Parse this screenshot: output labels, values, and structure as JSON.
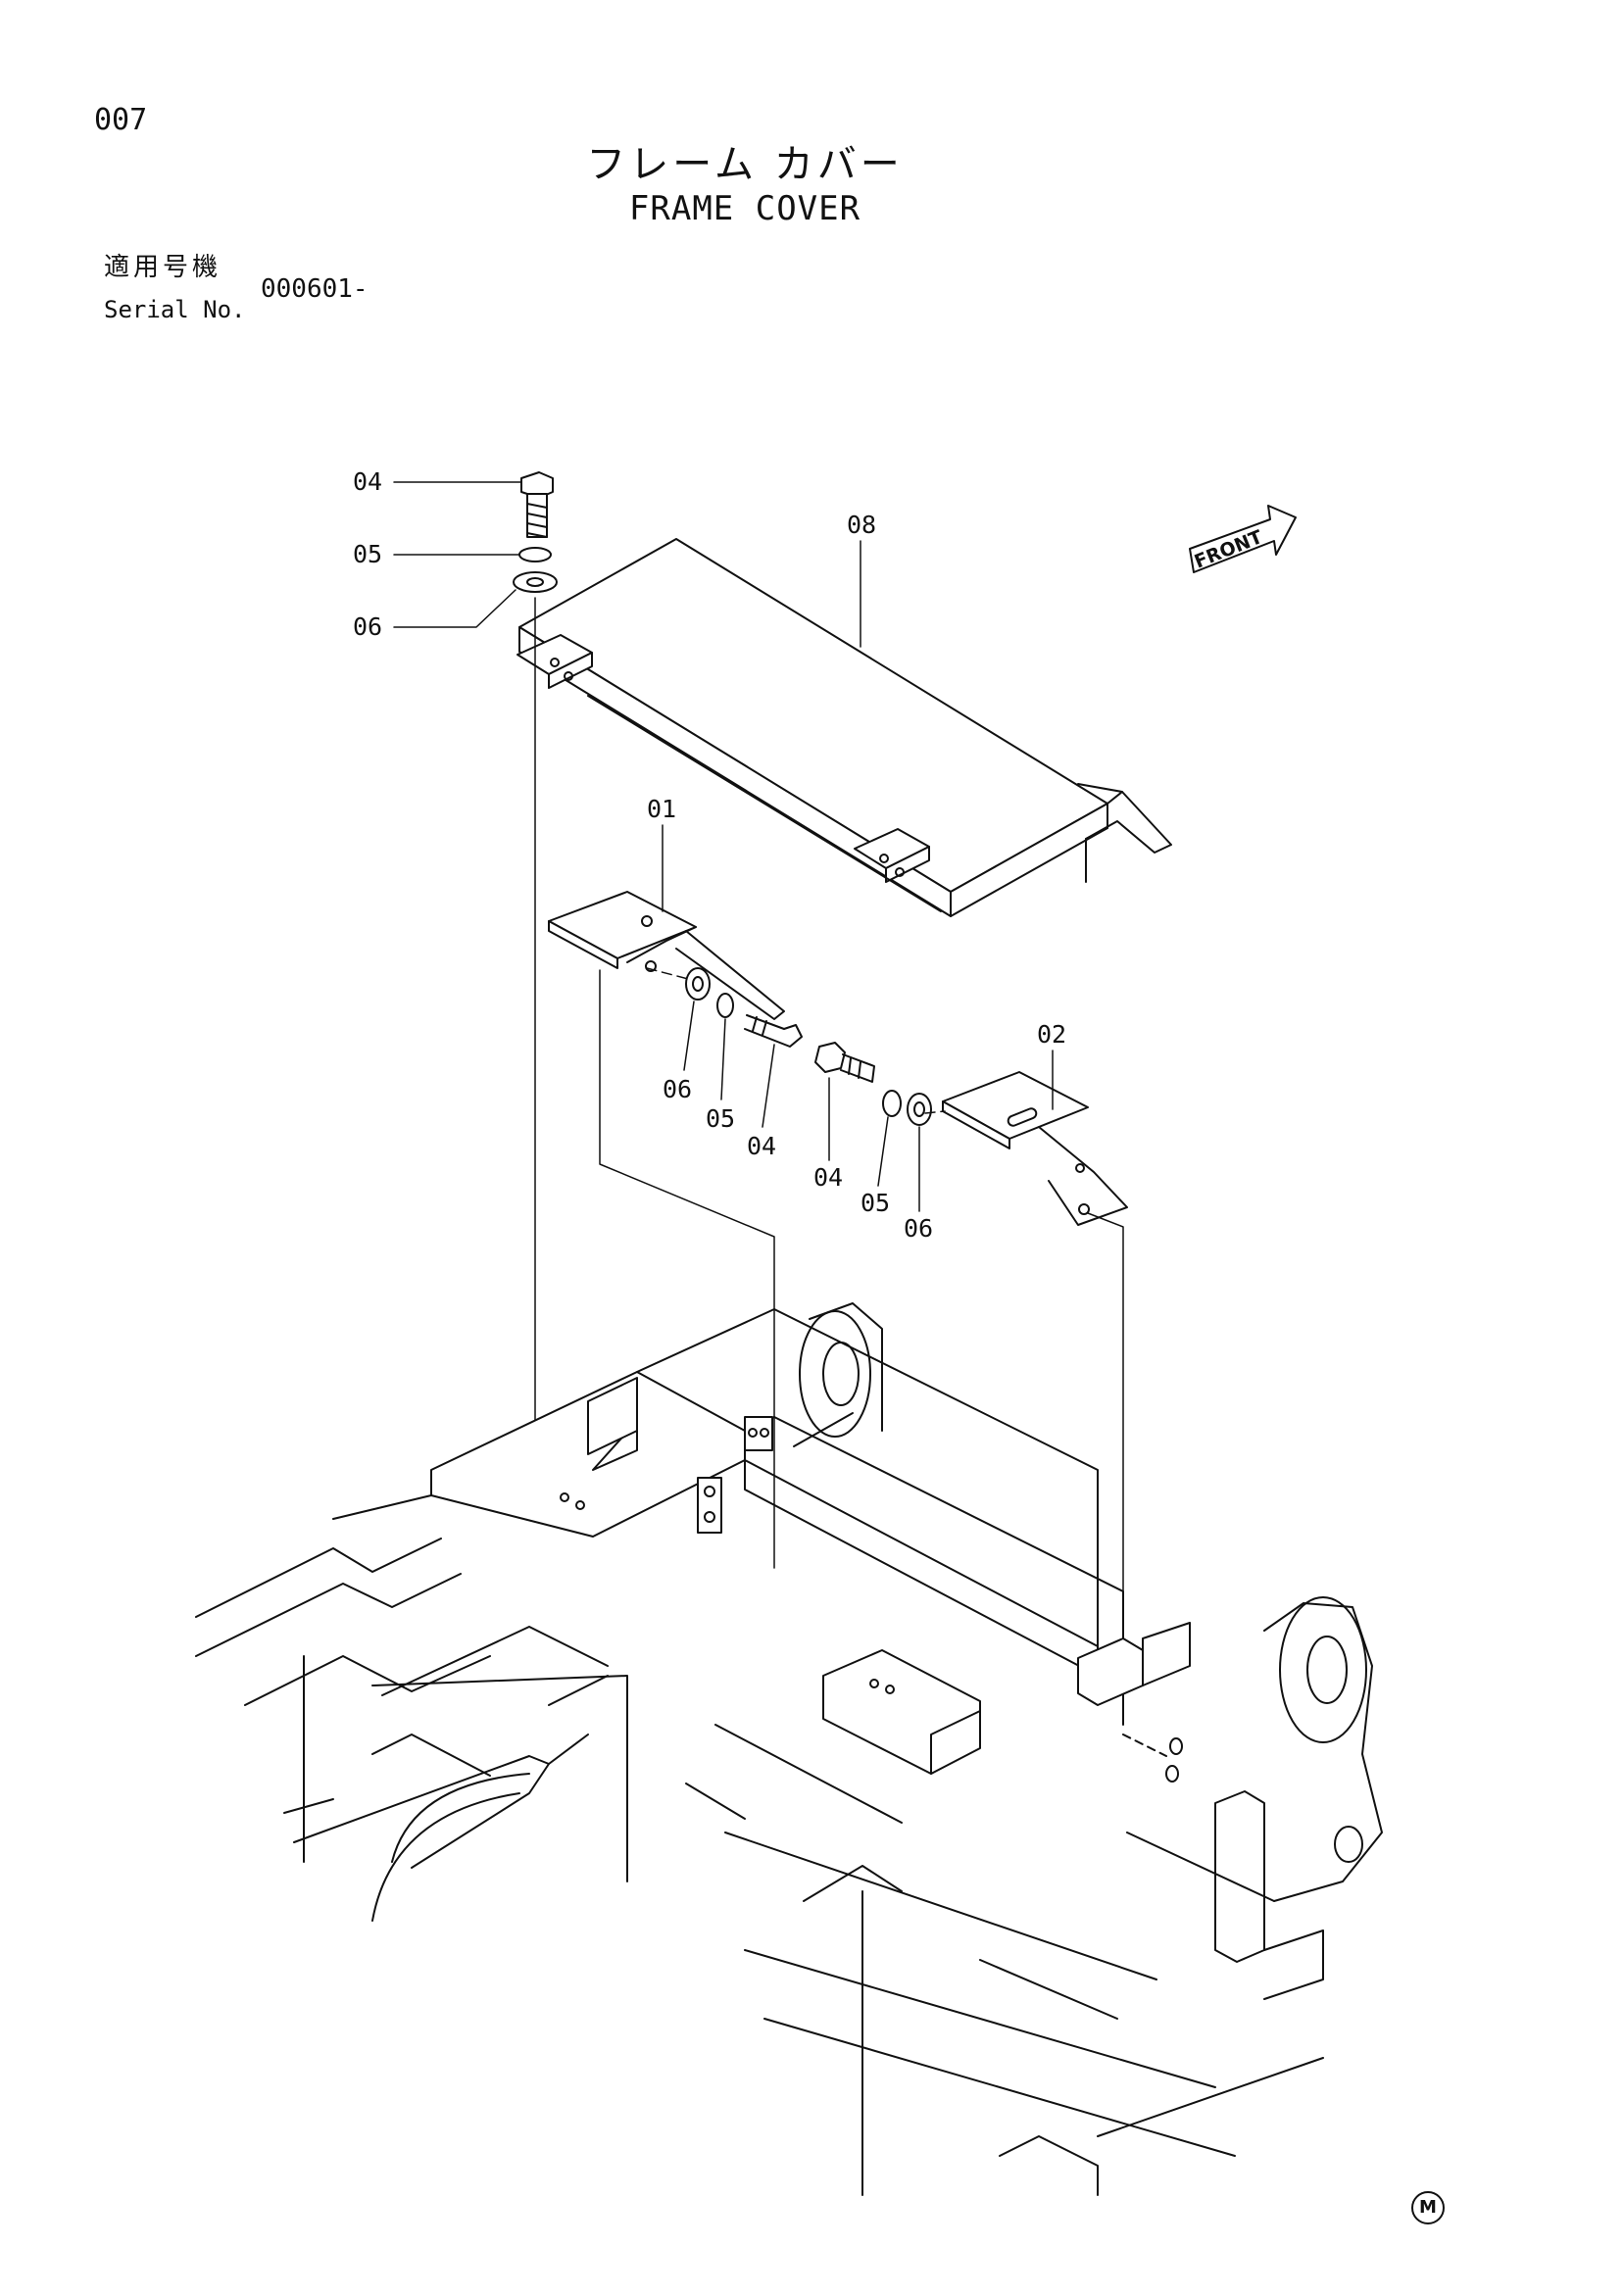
{
  "page": {
    "number": "007",
    "title_jp": "フレーム カバー",
    "title_en": "FRAME COVER",
    "serial_label_jp": "適用号機",
    "serial_label_en": "Serial No.",
    "serial_value": "000601-",
    "mark": "M"
  },
  "diagram": {
    "front_label": "FRONT",
    "callouts": [
      {
        "id": "c1",
        "label": "04"
      },
      {
        "id": "c2",
        "label": "05"
      },
      {
        "id": "c3",
        "label": "06"
      },
      {
        "id": "c4",
        "label": "08"
      },
      {
        "id": "c5",
        "label": "01"
      },
      {
        "id": "c6",
        "label": "06"
      },
      {
        "id": "c7",
        "label": "05"
      },
      {
        "id": "c8",
        "label": "04"
      },
      {
        "id": "c9",
        "label": "04"
      },
      {
        "id": "c10",
        "label": "05"
      },
      {
        "id": "c11",
        "label": "06"
      },
      {
        "id": "c12",
        "label": "02"
      }
    ]
  }
}
